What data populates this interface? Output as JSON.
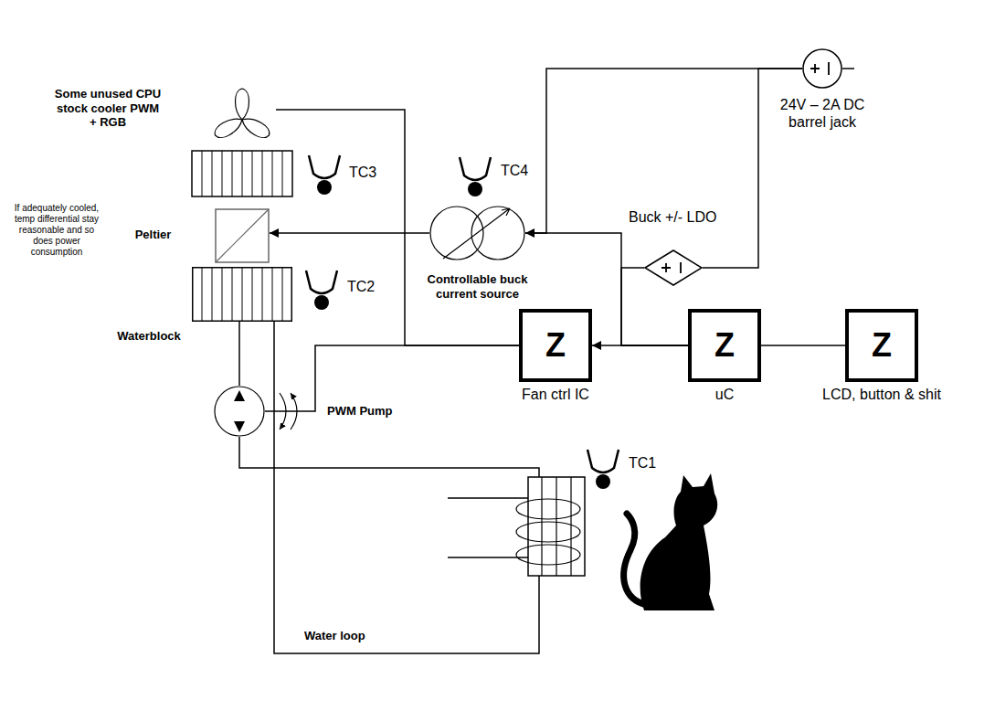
{
  "diagram": {
    "nodes": [
      {
        "text": [
          "Some unused CPU stock cooler PWM + RGB"
        ]
      },
      {
        "text": [
          "Peltier"
        ]
      },
      {
        "text": [
          "Waterblock"
        ]
      },
      {
        "text": [
          "PWM Pump"
        ]
      },
      {
        "text": [
          "Controllable buck current source"
        ]
      },
      {
        "text": [
          "24V – 2A DC barrel jack"
        ]
      },
      {
        "text": [
          "Buck +/- LDO"
        ]
      },
      {
        "text": [
          "Z",
          "Fan ctrl IC"
        ]
      },
      {
        "text": [
          "Z",
          "uC"
        ]
      },
      {
        "text": [
          "Z",
          "LCD, button & shit"
        ]
      }
    ],
    "edges": [
      {
        "from": 5,
        "to": 4,
        "arrow": "none"
      },
      {
        "from": 5,
        "to": 6,
        "arrow": "none"
      },
      {
        "from": 6,
        "to": 8,
        "arrow": "none"
      },
      {
        "from": 8,
        "to": 7,
        "arrow": "to"
      },
      {
        "from": 8,
        "to": 4,
        "arrow": "to"
      },
      {
        "from": 4,
        "to": 1,
        "arrow": "to"
      },
      {
        "from": 7,
        "to": 0,
        "arrow": "none"
      },
      {
        "from": 7,
        "to": 3,
        "arrow": "none"
      },
      {
        "from": 3,
        "to": 2,
        "arrow": "none"
      },
      {
        "from": 8,
        "to": 9,
        "arrow": "none"
      }
    ],
    "labels": [
      "TC3",
      "TC2",
      "TC4",
      "TC1",
      "If adequately cooled, temp differential stay reasonable and so does power consumption",
      "Water loop"
    ]
  }
}
